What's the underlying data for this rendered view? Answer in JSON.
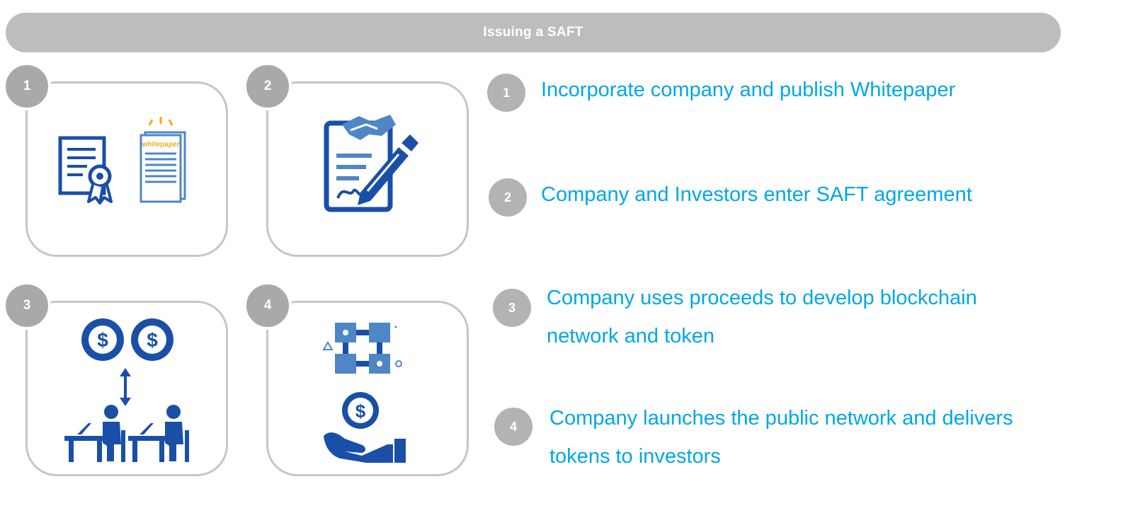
{
  "header": {
    "title": "Issuing a SAFT"
  },
  "cards": [
    {
      "number": "1",
      "icon": "certificate-and-whitepaper-icon",
      "icon_text": "whitepaper"
    },
    {
      "number": "2",
      "icon": "handshake-contract-signing-icon"
    },
    {
      "number": "3",
      "icon": "investors-funding-icon"
    },
    {
      "number": "4",
      "icon": "blockchain-network-and-token-payout-icon"
    }
  ],
  "steps": [
    {
      "number": "1",
      "line1": "Incorporate company and publish Whitepaper"
    },
    {
      "number": "2",
      "line1": "Company and Investors enter SAFT agreement"
    },
    {
      "number": "3",
      "line1": "Company uses proceeds to develop blockchain",
      "line2": "network and token"
    },
    {
      "number": "4",
      "line1": "Company launches the public network and delivers",
      "line2": "tokens to investors"
    }
  ],
  "colors": {
    "icon_blue": "#1a4fa8",
    "light_blue": "#4f86c6",
    "accent_gold": "#f5a81c",
    "text_cyan": "#00a7e6",
    "badge_gray": "#a9a9a9",
    "header_gray": "#bdbdbd"
  }
}
